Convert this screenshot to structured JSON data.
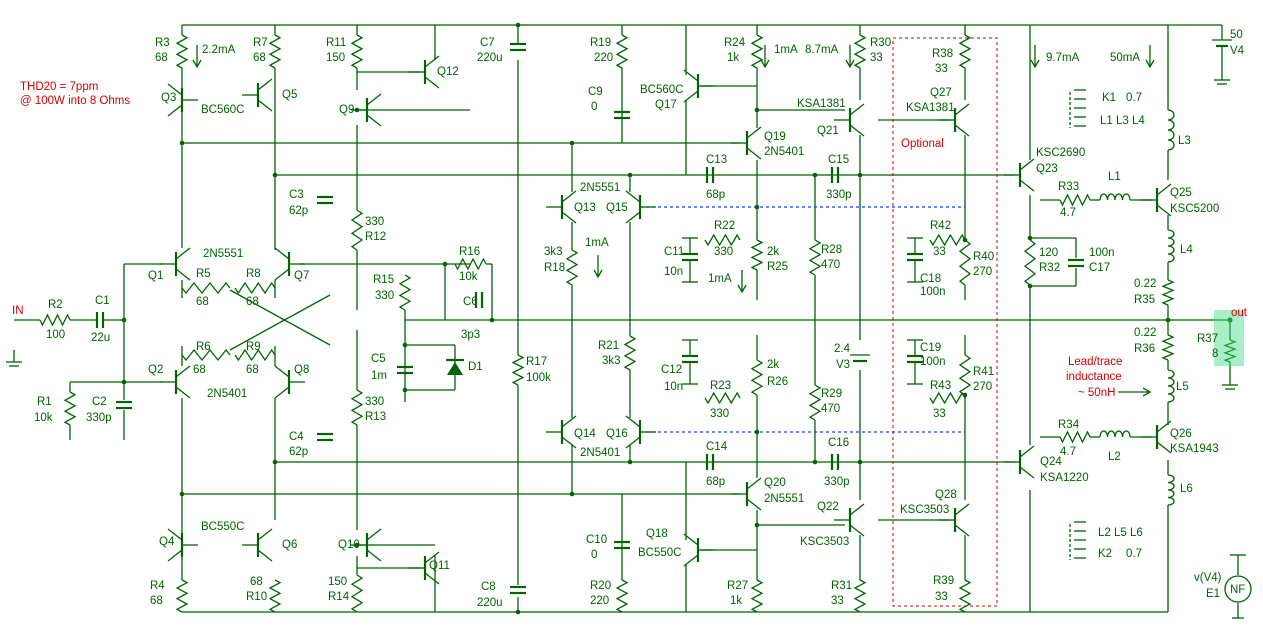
{
  "notes": {
    "thd_line1": "THD20 = 7ppm",
    "thd_line2": "@ 100W into 8 Ohms",
    "optional": "Optional",
    "lead_line1": "Lead/trace",
    "lead_line2": "inductance",
    "lead_line3": "~ 50nH",
    "in": "IN",
    "out": "out"
  },
  "currents": {
    "c1": "2.2mA",
    "c2": "1mA",
    "c3": "8.7mA",
    "c4": "9.7mA",
    "c5": "50mA",
    "c6": "1mA",
    "c7": "1mA"
  },
  "labels": [
    {
      "id": "R3",
      "t": "R3"
    },
    {
      "id": "R3v",
      "t": "68"
    },
    {
      "id": "R7",
      "t": "R7"
    },
    {
      "id": "R7v",
      "t": "68"
    },
    {
      "id": "R11",
      "t": "R11"
    },
    {
      "id": "R11v",
      "t": "150"
    },
    {
      "id": "Q12",
      "t": "Q12"
    },
    {
      "id": "C7",
      "t": "C7"
    },
    {
      "id": "C7v",
      "t": "220u"
    },
    {
      "id": "R19",
      "t": "R19"
    },
    {
      "id": "R19v",
      "t": "220"
    },
    {
      "id": "C9",
      "t": "C9"
    },
    {
      "id": "C9v",
      "t": "0"
    },
    {
      "id": "R24",
      "t": "R24"
    },
    {
      "id": "R24v",
      "t": "1k"
    },
    {
      "id": "R30",
      "t": "R30"
    },
    {
      "id": "R30v",
      "t": "33"
    },
    {
      "id": "R38",
      "t": "R38"
    },
    {
      "id": "R38v",
      "t": "33"
    },
    {
      "id": "V4v",
      "t": "50"
    },
    {
      "id": "V4",
      "t": "V4"
    },
    {
      "id": "Q3",
      "t": "Q3"
    },
    {
      "id": "BC560C",
      "t": "BC560C"
    },
    {
      "id": "Q5",
      "t": "Q5"
    },
    {
      "id": "Q9",
      "t": "Q9"
    },
    {
      "id": "BC560C2",
      "t": "BC560C"
    },
    {
      "id": "Q17",
      "t": "Q17"
    },
    {
      "id": "KSA1381",
      "t": "KSA1381"
    },
    {
      "id": "Q21",
      "t": "Q21"
    },
    {
      "id": "Q27",
      "t": "Q27"
    },
    {
      "id": "KSA1381b",
      "t": "KSA1381"
    },
    {
      "id": "K1",
      "t": "K1"
    },
    {
      "id": "K1v",
      "t": "0.7"
    },
    {
      "id": "L1L3L4",
      "t": "L1 L3 L4"
    },
    {
      "id": "Q19",
      "t": "Q19"
    },
    {
      "id": "N5401a",
      "t": "2N5401"
    },
    {
      "id": "C13",
      "t": "C13"
    },
    {
      "id": "C13v",
      "t": "68p"
    },
    {
      "id": "C15",
      "t": "C15"
    },
    {
      "id": "C15v",
      "t": "330p"
    },
    {
      "id": "KSC2690",
      "t": "KSC2690"
    },
    {
      "id": "Q23",
      "t": "Q23"
    },
    {
      "id": "L3",
      "t": "L3"
    },
    {
      "id": "C3",
      "t": "C3"
    },
    {
      "id": "C3v",
      "t": "62p"
    },
    {
      "id": "N5551a",
      "t": "2N5551"
    },
    {
      "id": "Q13",
      "t": "Q13"
    },
    {
      "id": "Q15",
      "t": "Q15"
    },
    {
      "id": "R33",
      "t": "R33"
    },
    {
      "id": "R33v",
      "t": "4.7"
    },
    {
      "id": "L1",
      "t": "L1"
    },
    {
      "id": "Q25",
      "t": "Q25"
    },
    {
      "id": "KSC5200",
      "t": "KSC5200"
    },
    {
      "id": "R12v",
      "t": "330"
    },
    {
      "id": "R12",
      "t": "R12"
    },
    {
      "id": "R22",
      "t": "R22"
    },
    {
      "id": "R22v",
      "t": "330"
    },
    {
      "id": "R42",
      "t": "R42"
    },
    {
      "id": "R42v",
      "t": "33"
    },
    {
      "id": "C11",
      "t": "C11"
    },
    {
      "id": "C11v",
      "t": "10n"
    },
    {
      "id": "R25v",
      "t": "2k"
    },
    {
      "id": "R25",
      "t": "R25"
    },
    {
      "id": "R28",
      "t": "R28"
    },
    {
      "id": "R28v",
      "t": "470"
    },
    {
      "id": "R40",
      "t": "R40"
    },
    {
      "id": "R40v",
      "t": "270"
    },
    {
      "id": "R32v",
      "t": "120"
    },
    {
      "id": "R32",
      "t": "R32"
    },
    {
      "id": "C17v",
      "t": "100n"
    },
    {
      "id": "C17",
      "t": "C17"
    },
    {
      "id": "L4",
      "t": "L4"
    },
    {
      "id": "Q1",
      "t": "Q1"
    },
    {
      "id": "N5551b",
      "t": "2N5551"
    },
    {
      "id": "Q7",
      "t": "Q7"
    },
    {
      "id": "R16",
      "t": "R16"
    },
    {
      "id": "R16v",
      "t": "10k"
    },
    {
      "id": "R5",
      "t": "R5"
    },
    {
      "id": "R5v",
      "t": "68"
    },
    {
      "id": "R8",
      "t": "R8"
    },
    {
      "id": "R8v",
      "t": "68"
    },
    {
      "id": "R15",
      "t": "R15"
    },
    {
      "id": "R15v",
      "t": "330"
    },
    {
      "id": "R18v",
      "t": "3k3"
    },
    {
      "id": "R18",
      "t": "R18"
    },
    {
      "id": "C18",
      "t": "C18"
    },
    {
      "id": "C18v",
      "t": "100n"
    },
    {
      "id": "R35v",
      "t": "0.22"
    },
    {
      "id": "R35",
      "t": "R35"
    },
    {
      "id": "R2",
      "t": "R2"
    },
    {
      "id": "R2v",
      "t": "100"
    },
    {
      "id": "C1",
      "t": "C1"
    },
    {
      "id": "C1v",
      "t": "22u"
    },
    {
      "id": "C6",
      "t": "C6"
    },
    {
      "id": "C6v",
      "t": "3p3"
    },
    {
      "id": "R21",
      "t": "R21"
    },
    {
      "id": "R21v",
      "t": "3k3"
    },
    {
      "id": "V3v",
      "t": "2.4"
    },
    {
      "id": "V3",
      "t": "V3"
    },
    {
      "id": "C19",
      "t": "C19"
    },
    {
      "id": "C19v",
      "t": "100n"
    },
    {
      "id": "R36v",
      "t": "0.22"
    },
    {
      "id": "R36",
      "t": "R36"
    },
    {
      "id": "R37",
      "t": "R37"
    },
    {
      "id": "R37v",
      "t": "8"
    },
    {
      "id": "R6",
      "t": "R6"
    },
    {
      "id": "R6v",
      "t": "68"
    },
    {
      "id": "R9",
      "t": "R9"
    },
    {
      "id": "R9v",
      "t": "68"
    },
    {
      "id": "C5",
      "t": "C5"
    },
    {
      "id": "C5v",
      "t": "1m"
    },
    {
      "id": "D1",
      "t": "D1"
    },
    {
      "id": "C12",
      "t": "C12"
    },
    {
      "id": "C12v",
      "t": "10n"
    },
    {
      "id": "R26v",
      "t": "2k"
    },
    {
      "id": "R26",
      "t": "R26"
    },
    {
      "id": "R41",
      "t": "R41"
    },
    {
      "id": "R41v",
      "t": "270"
    },
    {
      "id": "Q2",
      "t": "Q2"
    },
    {
      "id": "Q8",
      "t": "Q8"
    },
    {
      "id": "N5401b",
      "t": "2N5401"
    },
    {
      "id": "R17",
      "t": "R17"
    },
    {
      "id": "R17v",
      "t": "100k"
    },
    {
      "id": "R23",
      "t": "R23"
    },
    {
      "id": "R23v",
      "t": "330"
    },
    {
      "id": "R29",
      "t": "R29"
    },
    {
      "id": "R29v",
      "t": "470"
    },
    {
      "id": "R43",
      "t": "R43"
    },
    {
      "id": "R43v",
      "t": "33"
    },
    {
      "id": "L5",
      "t": "L5"
    },
    {
      "id": "R1",
      "t": "R1"
    },
    {
      "id": "R1v",
      "t": "10k"
    },
    {
      "id": "C2",
      "t": "C2"
    },
    {
      "id": "C2v",
      "t": "330p"
    },
    {
      "id": "C4",
      "t": "C4"
    },
    {
      "id": "C4v",
      "t": "62p"
    },
    {
      "id": "R13v",
      "t": "330"
    },
    {
      "id": "R13",
      "t": "R13"
    },
    {
      "id": "Q14",
      "t": "Q14"
    },
    {
      "id": "Q16",
      "t": "Q16"
    },
    {
      "id": "N5401c",
      "t": "2N5401"
    },
    {
      "id": "C14",
      "t": "C14"
    },
    {
      "id": "C14v",
      "t": "68p"
    },
    {
      "id": "C16",
      "t": "C16"
    },
    {
      "id": "C16v",
      "t": "330p"
    },
    {
      "id": "R34",
      "t": "R34"
    },
    {
      "id": "R34v",
      "t": "4.7"
    },
    {
      "id": "L2",
      "t": "L2"
    },
    {
      "id": "Q26",
      "t": "Q26"
    },
    {
      "id": "KSA1943",
      "t": "KSA1943"
    },
    {
      "id": "Q24",
      "t": "Q24"
    },
    {
      "id": "KSA1220",
      "t": "KSA1220"
    },
    {
      "id": "L6",
      "t": "L6"
    },
    {
      "id": "Q20",
      "t": "Q20"
    },
    {
      "id": "N5551c",
      "t": "2N5551"
    },
    {
      "id": "Q22",
      "t": "Q22"
    },
    {
      "id": "KSC3503",
      "t": "KSC3503"
    },
    {
      "id": "Q28",
      "t": "Q28"
    },
    {
      "id": "KSC3503b",
      "t": "KSC3503"
    },
    {
      "id": "Q4",
      "t": "Q4"
    },
    {
      "id": "BC550C",
      "t": "BC550C"
    },
    {
      "id": "Q6",
      "t": "Q6"
    },
    {
      "id": "C10",
      "t": "C10"
    },
    {
      "id": "C10v",
      "t": "0"
    },
    {
      "id": "Q18",
      "t": "Q18"
    },
    {
      "id": "BC550C2",
      "t": "BC550C"
    },
    {
      "id": "L2L5L6",
      "t": "L2 L5 L6"
    },
    {
      "id": "K2",
      "t": "K2"
    },
    {
      "id": "K2v",
      "t": "0.7"
    },
    {
      "id": "Q10",
      "t": "Q10"
    },
    {
      "id": "Q11",
      "t": "Q11"
    },
    {
      "id": "R10v",
      "t": "68"
    },
    {
      "id": "R10",
      "t": "R10"
    },
    {
      "id": "R4",
      "t": "R4"
    },
    {
      "id": "R4v",
      "t": "68"
    },
    {
      "id": "R14v",
      "t": "150"
    },
    {
      "id": "R14",
      "t": "R14"
    },
    {
      "id": "C8",
      "t": "C8"
    },
    {
      "id": "C8v",
      "t": "220u"
    },
    {
      "id": "R20",
      "t": "R20"
    },
    {
      "id": "R20v",
      "t": "220"
    },
    {
      "id": "R27",
      "t": "R27"
    },
    {
      "id": "R27v",
      "t": "1k"
    },
    {
      "id": "R31",
      "t": "R31"
    },
    {
      "id": "R31v",
      "t": "33"
    },
    {
      "id": "R39",
      "t": "R39"
    },
    {
      "id": "R39v",
      "t": "33"
    },
    {
      "id": "E1v",
      "t": "v(V4)"
    },
    {
      "id": "E1",
      "t": "E1"
    },
    {
      "id": "NF",
      "t": "NF"
    }
  ]
}
